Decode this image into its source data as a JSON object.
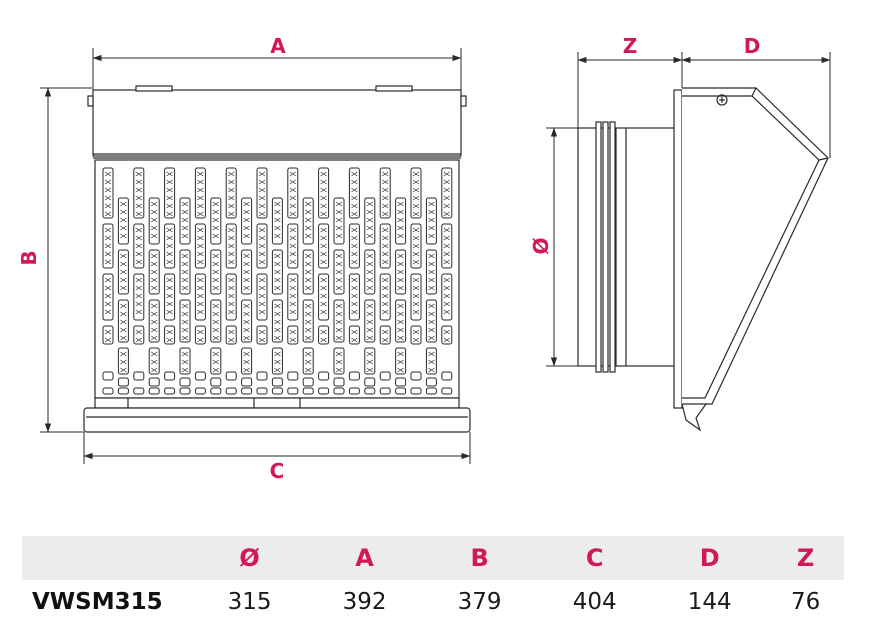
{
  "colors": {
    "accent": "#d0185b",
    "line": "#2a2a2a",
    "header_bg": "#ececec"
  },
  "front_view": {
    "dim_width_top": "A",
    "dim_height": "B",
    "dim_width_bottom": "C"
  },
  "side_view": {
    "dim_collar": "Z",
    "dim_depth": "D",
    "dim_diameter": "Ø"
  },
  "table": {
    "headers": [
      "Ø",
      "A",
      "B",
      "C",
      "D",
      "Z"
    ],
    "rows": [
      {
        "model": "VWSM315",
        "values": [
          "315",
          "392",
          "379",
          "404",
          "144",
          "76"
        ]
      }
    ]
  }
}
